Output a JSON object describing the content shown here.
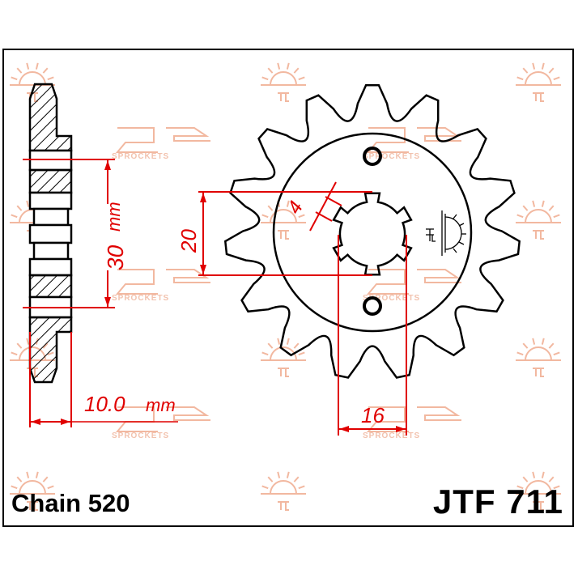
{
  "labels": {
    "chain": "Chain 520",
    "part_number": "JTF 711"
  },
  "dimensions": {
    "hub_width": "10.0",
    "hub_width_unit": "mm",
    "hub_diameter": "30",
    "hub_diameter_unit": "mm",
    "spline_height": "20",
    "spline_width": "16",
    "tab_width": "4"
  },
  "sprocket": {
    "teeth": 15,
    "spline_tabs": 6,
    "bolt_holes": 2
  },
  "watermark": {
    "brand_text": "SPROCKETS"
  },
  "colors": {
    "outline": "#000000",
    "dimension": "#e00000",
    "watermark": "#f2b8a0"
  }
}
